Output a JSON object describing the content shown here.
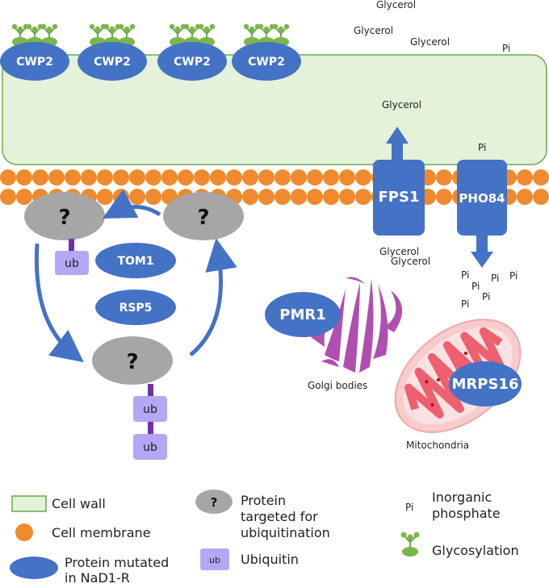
{
  "labels": {
    "glycerol_1": "Glycerol",
    "glycerol_2": "Glycerol",
    "glycerol_3": "Glycerol",
    "glycerol_inside": "Glycerol",
    "glycerol_below_1": "Glycerol",
    "glycerol_below_2": "Glycerol",
    "pi_top": "Pi",
    "pi_inside": "Pi",
    "pi_cluster": [
      "Pi",
      "Pi",
      "Pi",
      "Pi",
      "Pi",
      "Pi"
    ],
    "golgi": "Golgi bodies",
    "mitochondria": "Mitochondria"
  },
  "proteins": {
    "cwp2": [
      "CWP2",
      "CWP2",
      "CWP2",
      "CWP2"
    ],
    "fps1": "FPS1",
    "pho84": "PHO84",
    "tom1": "TOM1",
    "rsp5": "RSP5",
    "pmr1": "PMR1",
    "mrps16": "MRPS16"
  },
  "cycle": {
    "question": "?",
    "ub": "ub"
  },
  "legend": {
    "cell_wall": "Cell wall",
    "cell_membrane": "Cell membrane",
    "protein_mutated_1": "Protein mutated",
    "protein_mutated_2": "in NaD1-R",
    "targeted_symbol": "?",
    "targeted_1": "Protein",
    "targeted_2": "targeted for",
    "targeted_3": "ubiquitination",
    "ub_symbol": "ub",
    "ubiquitin": "Ubiquitin",
    "pi_symbol": "Pi",
    "inorganic_1": "Inorganic",
    "inorganic_2": "phosphate",
    "glycosylation": "Glycosylation"
  },
  "colors": {
    "cell_wall_fill": "#e3f2d9",
    "cell_wall_stroke": "#6aa84f",
    "membrane": "#f08a2c",
    "protein_blue": "#4472c4",
    "question_gray": "#a6a6a6",
    "ub_purple": "#b4a7f5",
    "linker_purple": "#7030a0",
    "golgi_magenta": "#b04fb0",
    "mito_outer": "#f8cccc",
    "mito_inner": "#ee6070",
    "glyco_green": "#7ab648"
  }
}
